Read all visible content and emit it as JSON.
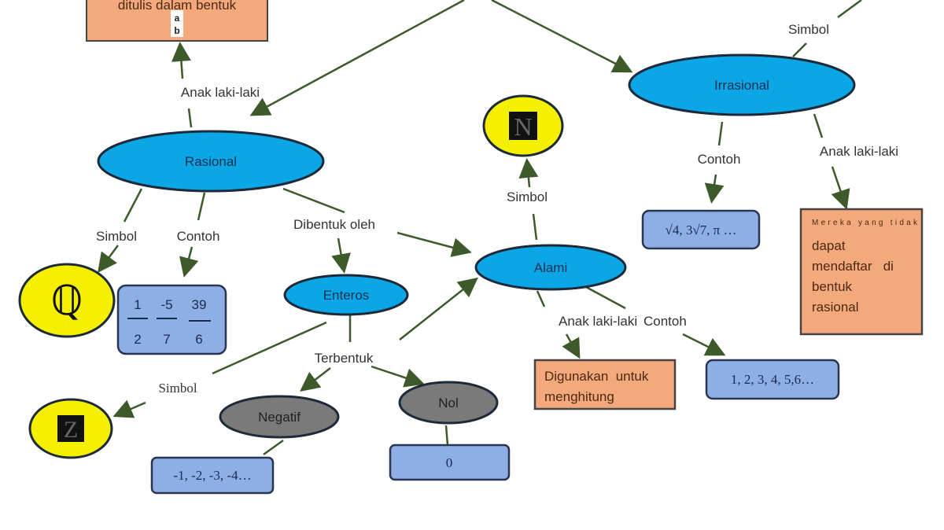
{
  "colors": {
    "blue_node": "#0aa6e6",
    "yellow": "#f5f000",
    "orange_box": "#f4a97c",
    "blue_box": "#8eaee6",
    "gray_node": "#7a7a7a",
    "arrow": "#3d5a2a"
  },
  "top_box": {
    "text": "ditulis dalam bentuk",
    "numerator": "a",
    "denominator": "b"
  },
  "nodes": {
    "rasional": "Rasional",
    "irrasional": "Irrasional",
    "alami": "Alami",
    "enteros": "Enteros",
    "negatif": "Negatif",
    "nol": "Nol"
  },
  "symbols": {
    "rasional": "ℚ",
    "alami": "N",
    "enteros": "Z"
  },
  "labels": {
    "anak_rasional": "Anak laki-laki",
    "simbol_irrasional": "Simbol",
    "contoh_irrasional": "Contoh",
    "anak_irrasional": "Anak laki-laki",
    "simbol_alami": "Simbol",
    "simbol_rasional": "Simbol",
    "contoh_rasional": "Contoh",
    "dibentuk_oleh": "Dibentuk oleh",
    "terbentuk": "Terbentuk",
    "simbol_enteros": "Simbol",
    "anak_alami": "Anak laki-laki",
    "contoh_alami": "Contoh"
  },
  "boxes": {
    "fractions": [
      {
        "num": "1",
        "den": "2"
      },
      {
        "num": "-5",
        "den": "7"
      },
      {
        "num": "39",
        "den": "6"
      }
    ],
    "irrasional_example": "√4, 3√7, π …",
    "irrasional_desc_small": "Mereka yang tidak",
    "irrasional_desc": [
      "dapat",
      "mendaftar   di",
      "bentuk",
      "rasional"
    ],
    "alami_desc": [
      "Digunakan  untuk",
      "menghitung"
    ],
    "alami_example": "1, 2, 3, 4, 5,6…",
    "negatif_example": "-1, -2, -3, -4…",
    "nol_example": "0"
  }
}
